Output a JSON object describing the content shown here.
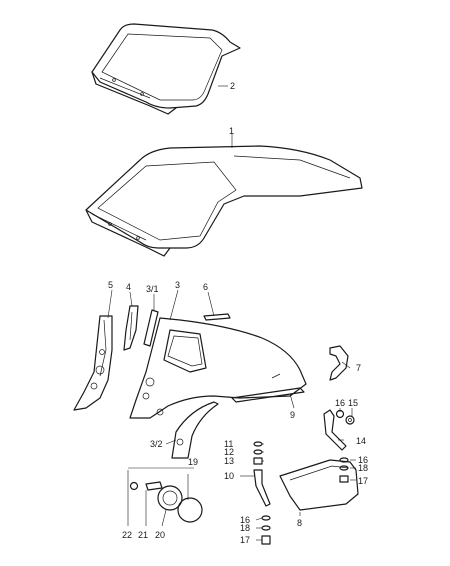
{
  "callouts": {
    "c1": "1",
    "c2": "2",
    "c3": "3",
    "c3_1": "3/1",
    "c3_2": "3/2",
    "c4": "4",
    "c5": "5",
    "c6": "6",
    "c7": "7",
    "c8": "8",
    "c9": "9",
    "c10": "10",
    "c11": "11",
    "c12": "12",
    "c13": "13",
    "c14": "14",
    "c15": "15",
    "c16a": "16",
    "c16b": "16",
    "c16c": "16",
    "c17a": "17",
    "c17b": "17",
    "c18a": "18",
    "c18b": "18",
    "c19": "19",
    "c20": "20",
    "c21": "21",
    "c22": "22"
  },
  "colors": {
    "line": "#1a1a1a",
    "background": "#ffffff"
  }
}
